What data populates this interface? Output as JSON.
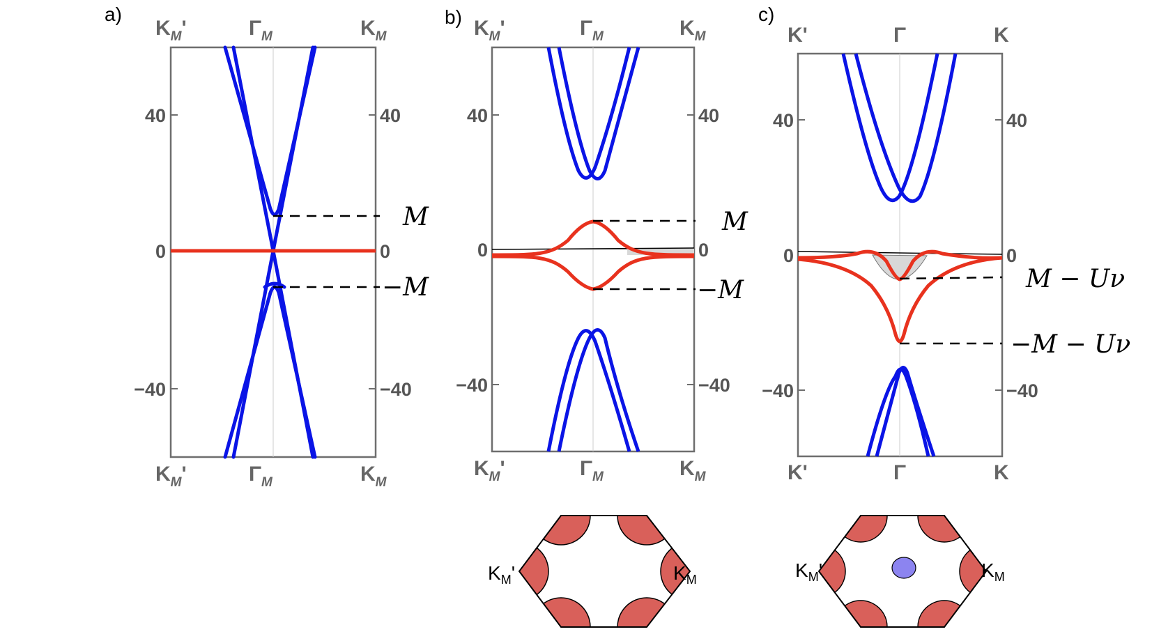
{
  "panels": [
    {
      "label": "a)",
      "k_points": {
        "left": "K",
        "left_sub": "M",
        "left_prime": "'",
        "center": "Γ",
        "center_sub": "M",
        "right": "K",
        "right_sub": "M"
      },
      "ticks": [
        "40",
        "0",
        "−40"
      ],
      "annotations": [
        "M",
        "−M"
      ]
    },
    {
      "label": "b)",
      "k_points": {
        "left": "K",
        "left_sub": "M",
        "left_prime": "'",
        "center": "Γ",
        "center_sub": "M",
        "right": "K",
        "right_sub": "M"
      },
      "ticks": [
        "40",
        "0",
        "−40"
      ],
      "annotations": [
        "M",
        "−M"
      ]
    },
    {
      "label": "c)",
      "k_points": {
        "left": "K'",
        "left_sub": "",
        "left_prime": "",
        "center": "Γ",
        "center_sub": "",
        "right": "K",
        "right_sub": ""
      },
      "ticks": [
        "40",
        "0",
        "−40"
      ],
      "annotations": [
        "M − Uν",
        "−M − Uν"
      ]
    }
  ],
  "brillouin_zones": [
    {
      "left_label": "K",
      "left_sub": "M",
      "left_prime": "'",
      "right_label": "K",
      "right_sub": "M",
      "center_pocket": false
    },
    {
      "left_label": "K",
      "left_sub": "M",
      "left_prime": "'",
      "right_label": "K",
      "right_sub": "M",
      "center_pocket": true
    }
  ],
  "colors": {
    "band_blue": "#0a14e6",
    "band_red": "#e8321e",
    "pocket_red": "#d9605a",
    "pocket_blue": "#8c84f0",
    "frame": "#6e6e6e",
    "fill_gray": "#d8d8d8"
  }
}
